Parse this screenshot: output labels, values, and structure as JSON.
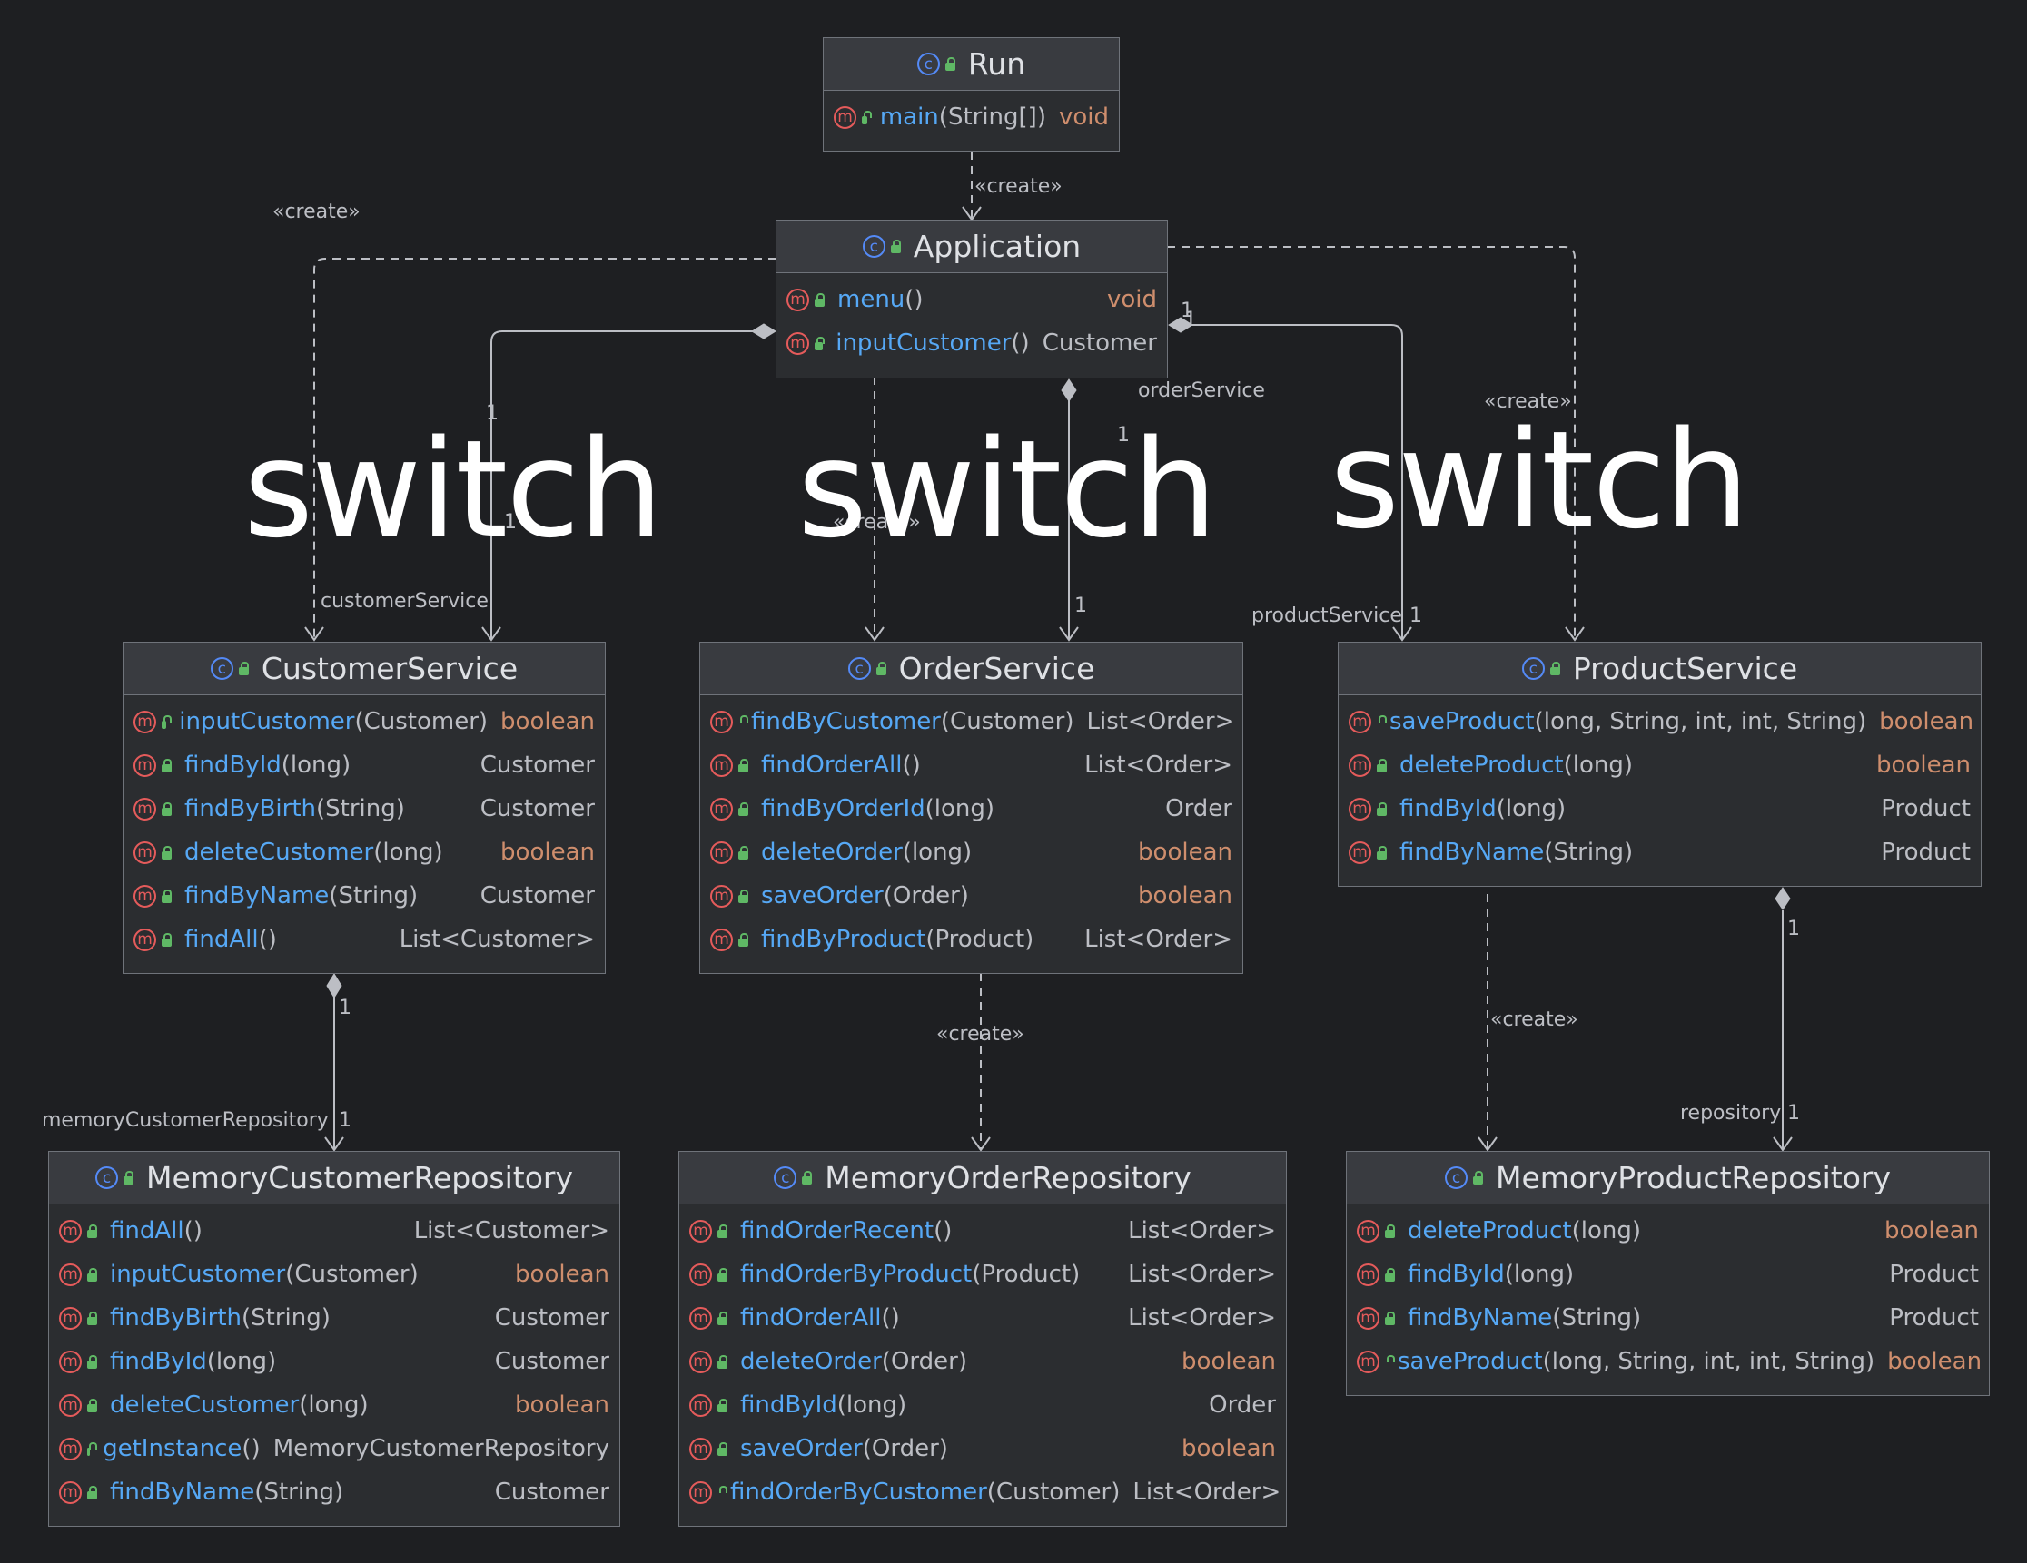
{
  "icons": {
    "class_icon": "class-c-icon",
    "method_icon": "method-m-icon",
    "visibility_icon": "public-lock-icon"
  },
  "colors": {
    "background": "#1e1f22",
    "method_name": "#56a8f5",
    "keyword": "#cf8e6d",
    "class_icon": "#548af7",
    "method_icon": "#e55b5b"
  },
  "overlay_text": [
    "switch",
    "switch",
    "switch"
  ],
  "edge_labels": {
    "run_create": "«create»",
    "app_customer_create": "«create»",
    "app_product_create": "«create»",
    "app_order_create": "«create»",
    "order_repo_create": "«create»",
    "product_repo_create": "«create»",
    "customer_service_role": "customerService",
    "order_service_role": "orderService",
    "product_service_role": "productService",
    "memory_customer_repo_role": "memoryCustomerRepository",
    "repository_role": "repository",
    "mult_1": "1"
  },
  "classes": {
    "run": {
      "name": "Run",
      "methods": [
        {
          "name": "main",
          "params": "(String[])",
          "ret": "void",
          "kw": true
        }
      ]
    },
    "application": {
      "name": "Application",
      "methods": [
        {
          "name": "menu",
          "params": "()",
          "ret": "void",
          "kw": true
        },
        {
          "name": "inputCustomer",
          "params": " ()",
          "ret": "Customer",
          "kw": false
        }
      ]
    },
    "customer_service": {
      "name": "CustomerService",
      "methods": [
        {
          "name": "inputCustomer",
          "params": " (Customer)",
          "ret": "boolean",
          "kw": true
        },
        {
          "name": "findById",
          "params": "(long)",
          "ret": "Customer",
          "kw": false
        },
        {
          "name": "findByBirth",
          "params": "(String)",
          "ret": "Customer",
          "kw": false
        },
        {
          "name": "deleteCustomer",
          "params": " (long)",
          "ret": "boolean",
          "kw": true
        },
        {
          "name": "findByName",
          "params": "(String)",
          "ret": "Customer",
          "kw": false
        },
        {
          "name": "findAll",
          "params": "()",
          "ret": "List<Customer>",
          "kw": false
        }
      ]
    },
    "order_service": {
      "name": "OrderService",
      "methods": [
        {
          "name": "findByCustomer",
          "params": "(Customer)",
          "ret": "List<Order>",
          "kw": false
        },
        {
          "name": "findOrderAll",
          "params": "()",
          "ret": "List<Order>",
          "kw": false
        },
        {
          "name": "findByOrderId",
          "params": "(long)",
          "ret": "Order",
          "kw": false
        },
        {
          "name": "deleteOrder",
          "params": " (long)",
          "ret": "boolean",
          "kw": true
        },
        {
          "name": "saveOrder",
          "params": "(Order)",
          "ret": "boolean",
          "kw": true
        },
        {
          "name": "findByProduct",
          "params": "(Product)",
          "ret": "List<Order>",
          "kw": false
        }
      ]
    },
    "product_service": {
      "name": "ProductService",
      "methods": [
        {
          "name": "saveProduct",
          "params": "(long, String, int, int, String)",
          "ret": "boolean",
          "kw": true
        },
        {
          "name": "deleteProduct",
          "params": " (long)",
          "ret": "boolean",
          "kw": true
        },
        {
          "name": "findById",
          "params": "(long)",
          "ret": "Product",
          "kw": false
        },
        {
          "name": "findByName",
          "params": "(String)",
          "ret": "Product",
          "kw": false
        }
      ]
    },
    "memory_customer_repository": {
      "name": "MemoryCustomerRepository",
      "methods": [
        {
          "name": "findAll",
          "params": "()",
          "ret": "List<Customer>",
          "kw": false
        },
        {
          "name": "inputCustomer",
          "params": " (Customer)",
          "ret": "boolean",
          "kw": true
        },
        {
          "name": "findByBirth",
          "params": " (String)",
          "ret": "Customer",
          "kw": false
        },
        {
          "name": "findById",
          "params": "(long)",
          "ret": "Customer",
          "kw": false
        },
        {
          "name": "deleteCustomer",
          "params": " (long)",
          "ret": "boolean",
          "kw": true
        },
        {
          "name": "getInstance",
          "params": "()",
          "ret": "MemoryCustomerRepository",
          "kw": false
        },
        {
          "name": "findByName",
          "params": "(String)",
          "ret": "Customer",
          "kw": false
        }
      ]
    },
    "memory_order_repository": {
      "name": "MemoryOrderRepository",
      "methods": [
        {
          "name": "findOrderRecent",
          "params": " ()",
          "ret": "List<Order>",
          "kw": false
        },
        {
          "name": "findOrderByProduct",
          "params": "(Product)",
          "ret": "List<Order>",
          "kw": false
        },
        {
          "name": "findOrderAll",
          "params": "()",
          "ret": "List<Order>",
          "kw": false
        },
        {
          "name": "deleteOrder",
          "params": " (Order)",
          "ret": "boolean",
          "kw": true
        },
        {
          "name": "findById",
          "params": "(long)",
          "ret": "Order",
          "kw": false
        },
        {
          "name": "saveOrder",
          "params": "(Order)",
          "ret": "boolean",
          "kw": true
        },
        {
          "name": "findOrderByCustomer",
          "params": "(Customer)",
          "ret": "List<Order>",
          "kw": false
        }
      ]
    },
    "memory_product_repository": {
      "name": "MemoryProductRepository",
      "methods": [
        {
          "name": "deleteProduct",
          "params": " (long)",
          "ret": "boolean",
          "kw": true
        },
        {
          "name": "findById",
          "params": "(long)",
          "ret": "Product",
          "kw": false
        },
        {
          "name": "findByName",
          "params": "(String)",
          "ret": "Product",
          "kw": false
        },
        {
          "name": "saveProduct",
          "params": "(long, String, int, int, String)",
          "ret": "boolean",
          "kw": true
        }
      ]
    }
  }
}
